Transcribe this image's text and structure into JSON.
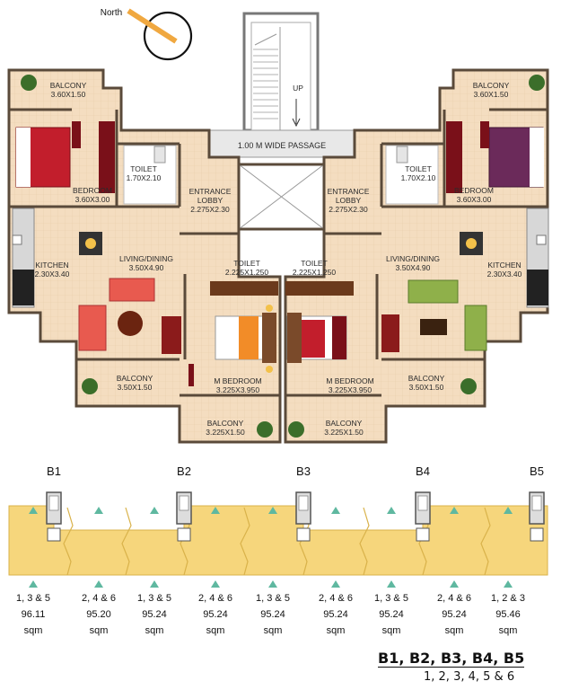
{
  "compass": {
    "label": "North"
  },
  "stair": {
    "label": "UP",
    "passage": "1.00 M WIDE PASSAGE"
  },
  "rooms_left": {
    "balcony_top": {
      "name": "BALCONY",
      "dim": "3.60X1.50"
    },
    "bedroom": {
      "name": "BEDROOM",
      "dim": "3.60X3.00"
    },
    "toilet": {
      "name": "TOILET",
      "dim": "1.70X2.10"
    },
    "lobby": {
      "name": "ENTRANCE",
      "name2": "LOBBY",
      "dim": "2.275X2.30"
    },
    "kitchen": {
      "name": "KITCHEN",
      "dim": "2.30X3.40"
    },
    "living": {
      "name": "LIVING/DINING",
      "dim": "3.50X4.90"
    },
    "toilet2": {
      "name": "TOILET",
      "dim": "2.225X1.250"
    },
    "mbed": {
      "name": "M BEDROOM",
      "dim": "3.225X3.950"
    },
    "balcony_low": {
      "name": "BALCONY",
      "dim": "3.50X1.50"
    },
    "balcony_bot": {
      "name": "BALCONY",
      "dim": "3.225X1.50"
    }
  },
  "rooms_right": {
    "balcony_top": {
      "name": "BALCONY",
      "dim": "3.60X1.50"
    },
    "bedroom": {
      "name": "BEDROOM",
      "dim": "3.60X3.00"
    },
    "toilet": {
      "name": "TOILET",
      "dim": "1.70X2.10"
    },
    "lobby": {
      "name": "ENTRANCE",
      "name2": "LOBBY",
      "dim": "2.275X2.30"
    },
    "kitchen": {
      "name": "KITCHEN",
      "dim": "2.30X3.40"
    },
    "living": {
      "name": "LIVING/DINING",
      "dim": "3.50X4.90"
    },
    "toilet2": {
      "name": "TOILET",
      "dim": "2.225X1.250"
    },
    "mbed": {
      "name": "M BEDROOM",
      "dim": "3.225X3.950"
    },
    "balcony_low": {
      "name": "BALCONY",
      "dim": "3.50X1.50"
    },
    "balcony_bot": {
      "name": "BALCONY",
      "dim": "3.225X1.50"
    }
  },
  "blocks": [
    "B1",
    "B2",
    "B3",
    "B4",
    "B5"
  ],
  "units": [
    {
      "floors": "1, 3 & 5",
      "area": "96.11",
      "unit": "sqm"
    },
    {
      "floors": "2, 4 & 6",
      "area": "95.20",
      "unit": "sqm"
    },
    {
      "floors": "1, 3 & 5",
      "area": "95.24",
      "unit": "sqm"
    },
    {
      "floors": "2, 4 & 6",
      "area": "95.24",
      "unit": "sqm"
    },
    {
      "floors": "1, 3 & 5",
      "area": "95.24",
      "unit": "sqm"
    },
    {
      "floors": "2, 4 & 6",
      "area": "95.24",
      "unit": "sqm"
    },
    {
      "floors": "1, 3 & 5",
      "area": "95.24",
      "unit": "sqm"
    },
    {
      "floors": "2, 4 & 6",
      "area": "95.24",
      "unit": "sqm"
    },
    {
      "floors": "1, 2 & 3",
      "area": "95.46",
      "unit": "sqm"
    }
  ],
  "footer": {
    "blocks": "B1, B2, B3, B4, B5",
    "floors": "1, 2, 3, 4, 5 & 6"
  },
  "colors": {
    "floor": "#f3dcbf",
    "wall": "#5a4a3a",
    "tile": "#fbe6c9",
    "key_fill": "#f6d67c",
    "key_stroke": "#d9b24a",
    "marker": "#5fb8a0"
  }
}
